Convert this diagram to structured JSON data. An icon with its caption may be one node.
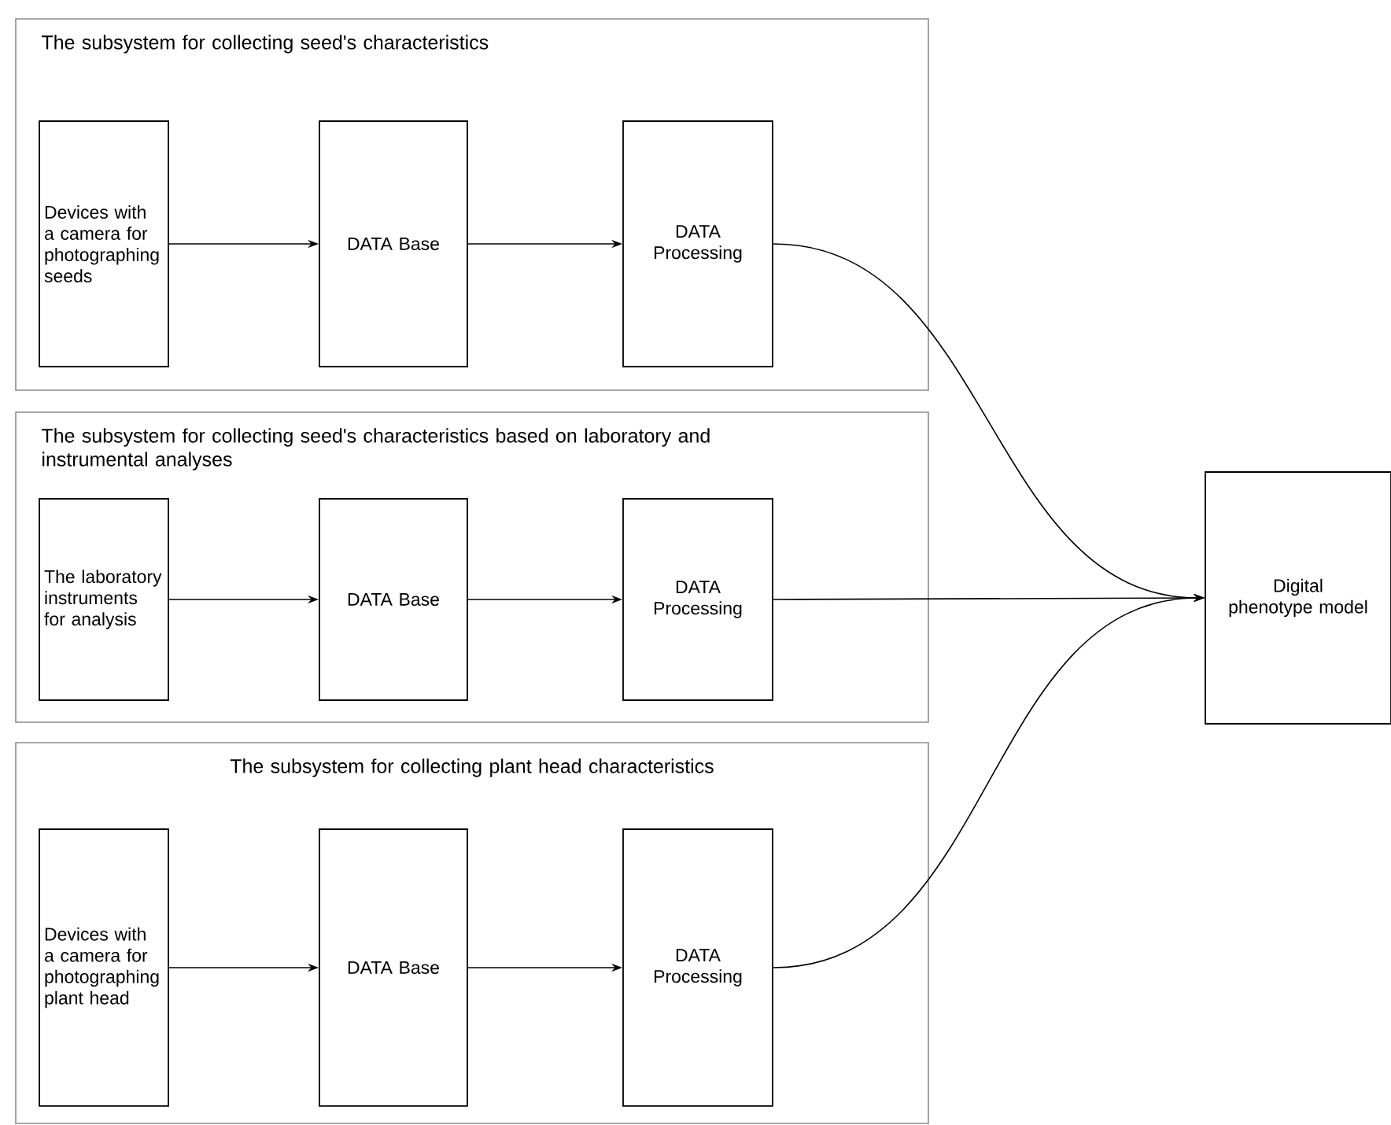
{
  "diagram": {
    "nodes": [
      {
        "text": [
          "The subsystem for collecting seed's characteristics"
        ]
      },
      {
        "text": [
          "Devices with a camera for photographing seeds"
        ],
        "in": 0
      },
      {
        "text": [
          "DATA Base"
        ],
        "in": 0
      },
      {
        "text": [
          "DATA Processing"
        ],
        "in": 0
      },
      {
        "text": [
          "The subsystem for collecting seed's characteristics based on laboratory and instrumental analyses"
        ]
      },
      {
        "text": [
          "The laboratory instruments for analysis"
        ],
        "in": 4
      },
      {
        "text": [
          "DATA Base"
        ],
        "in": 4
      },
      {
        "text": [
          "DATA Processing"
        ],
        "in": 4
      },
      {
        "text": [
          "The subsystem for collecting plant head characteristics"
        ]
      },
      {
        "text": [
          "Devices with a camera for photographing plant head"
        ],
        "in": 8
      },
      {
        "text": [
          "DATA Base"
        ],
        "in": 8
      },
      {
        "text": [
          "DATA Processing"
        ],
        "in": 8
      },
      {
        "text": [
          "Digital phenotype model"
        ]
      }
    ],
    "edges": [
      {
        "from": 1,
        "to": 2,
        "arrow": "to"
      },
      {
        "from": 2,
        "to": 3,
        "arrow": "to"
      },
      {
        "from": 3,
        "to": 12,
        "arrow": "to"
      },
      {
        "from": 5,
        "to": 6,
        "arrow": "to"
      },
      {
        "from": 6,
        "to": 7,
        "arrow": "to"
      },
      {
        "from": 7,
        "to": 12,
        "arrow": "to"
      },
      {
        "from": 9,
        "to": 10,
        "arrow": "to"
      },
      {
        "from": 10,
        "to": 11,
        "arrow": "to"
      },
      {
        "from": 11,
        "to": 12,
        "arrow": "to"
      }
    ]
  }
}
